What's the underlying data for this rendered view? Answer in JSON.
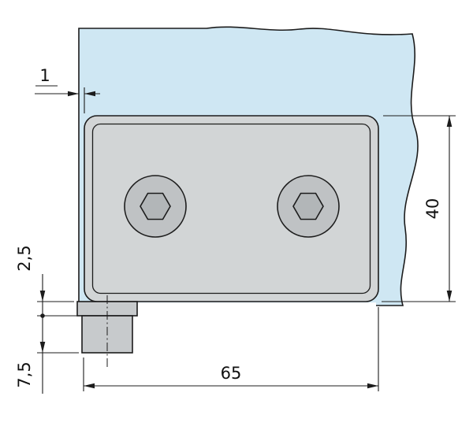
{
  "drawing": {
    "dimensions": {
      "glass_offset": "1",
      "step_height": "2,5",
      "shoe_height": "7,5",
      "body_width": "65",
      "body_height": "40"
    },
    "colors": {
      "glass": "#cfe7f3",
      "body": "#d2d5d6",
      "screw": "#bfc2c4",
      "hex_socket": "#b2b6b8",
      "shoe": "#c7cacc",
      "line": "#1c1c1c"
    }
  }
}
